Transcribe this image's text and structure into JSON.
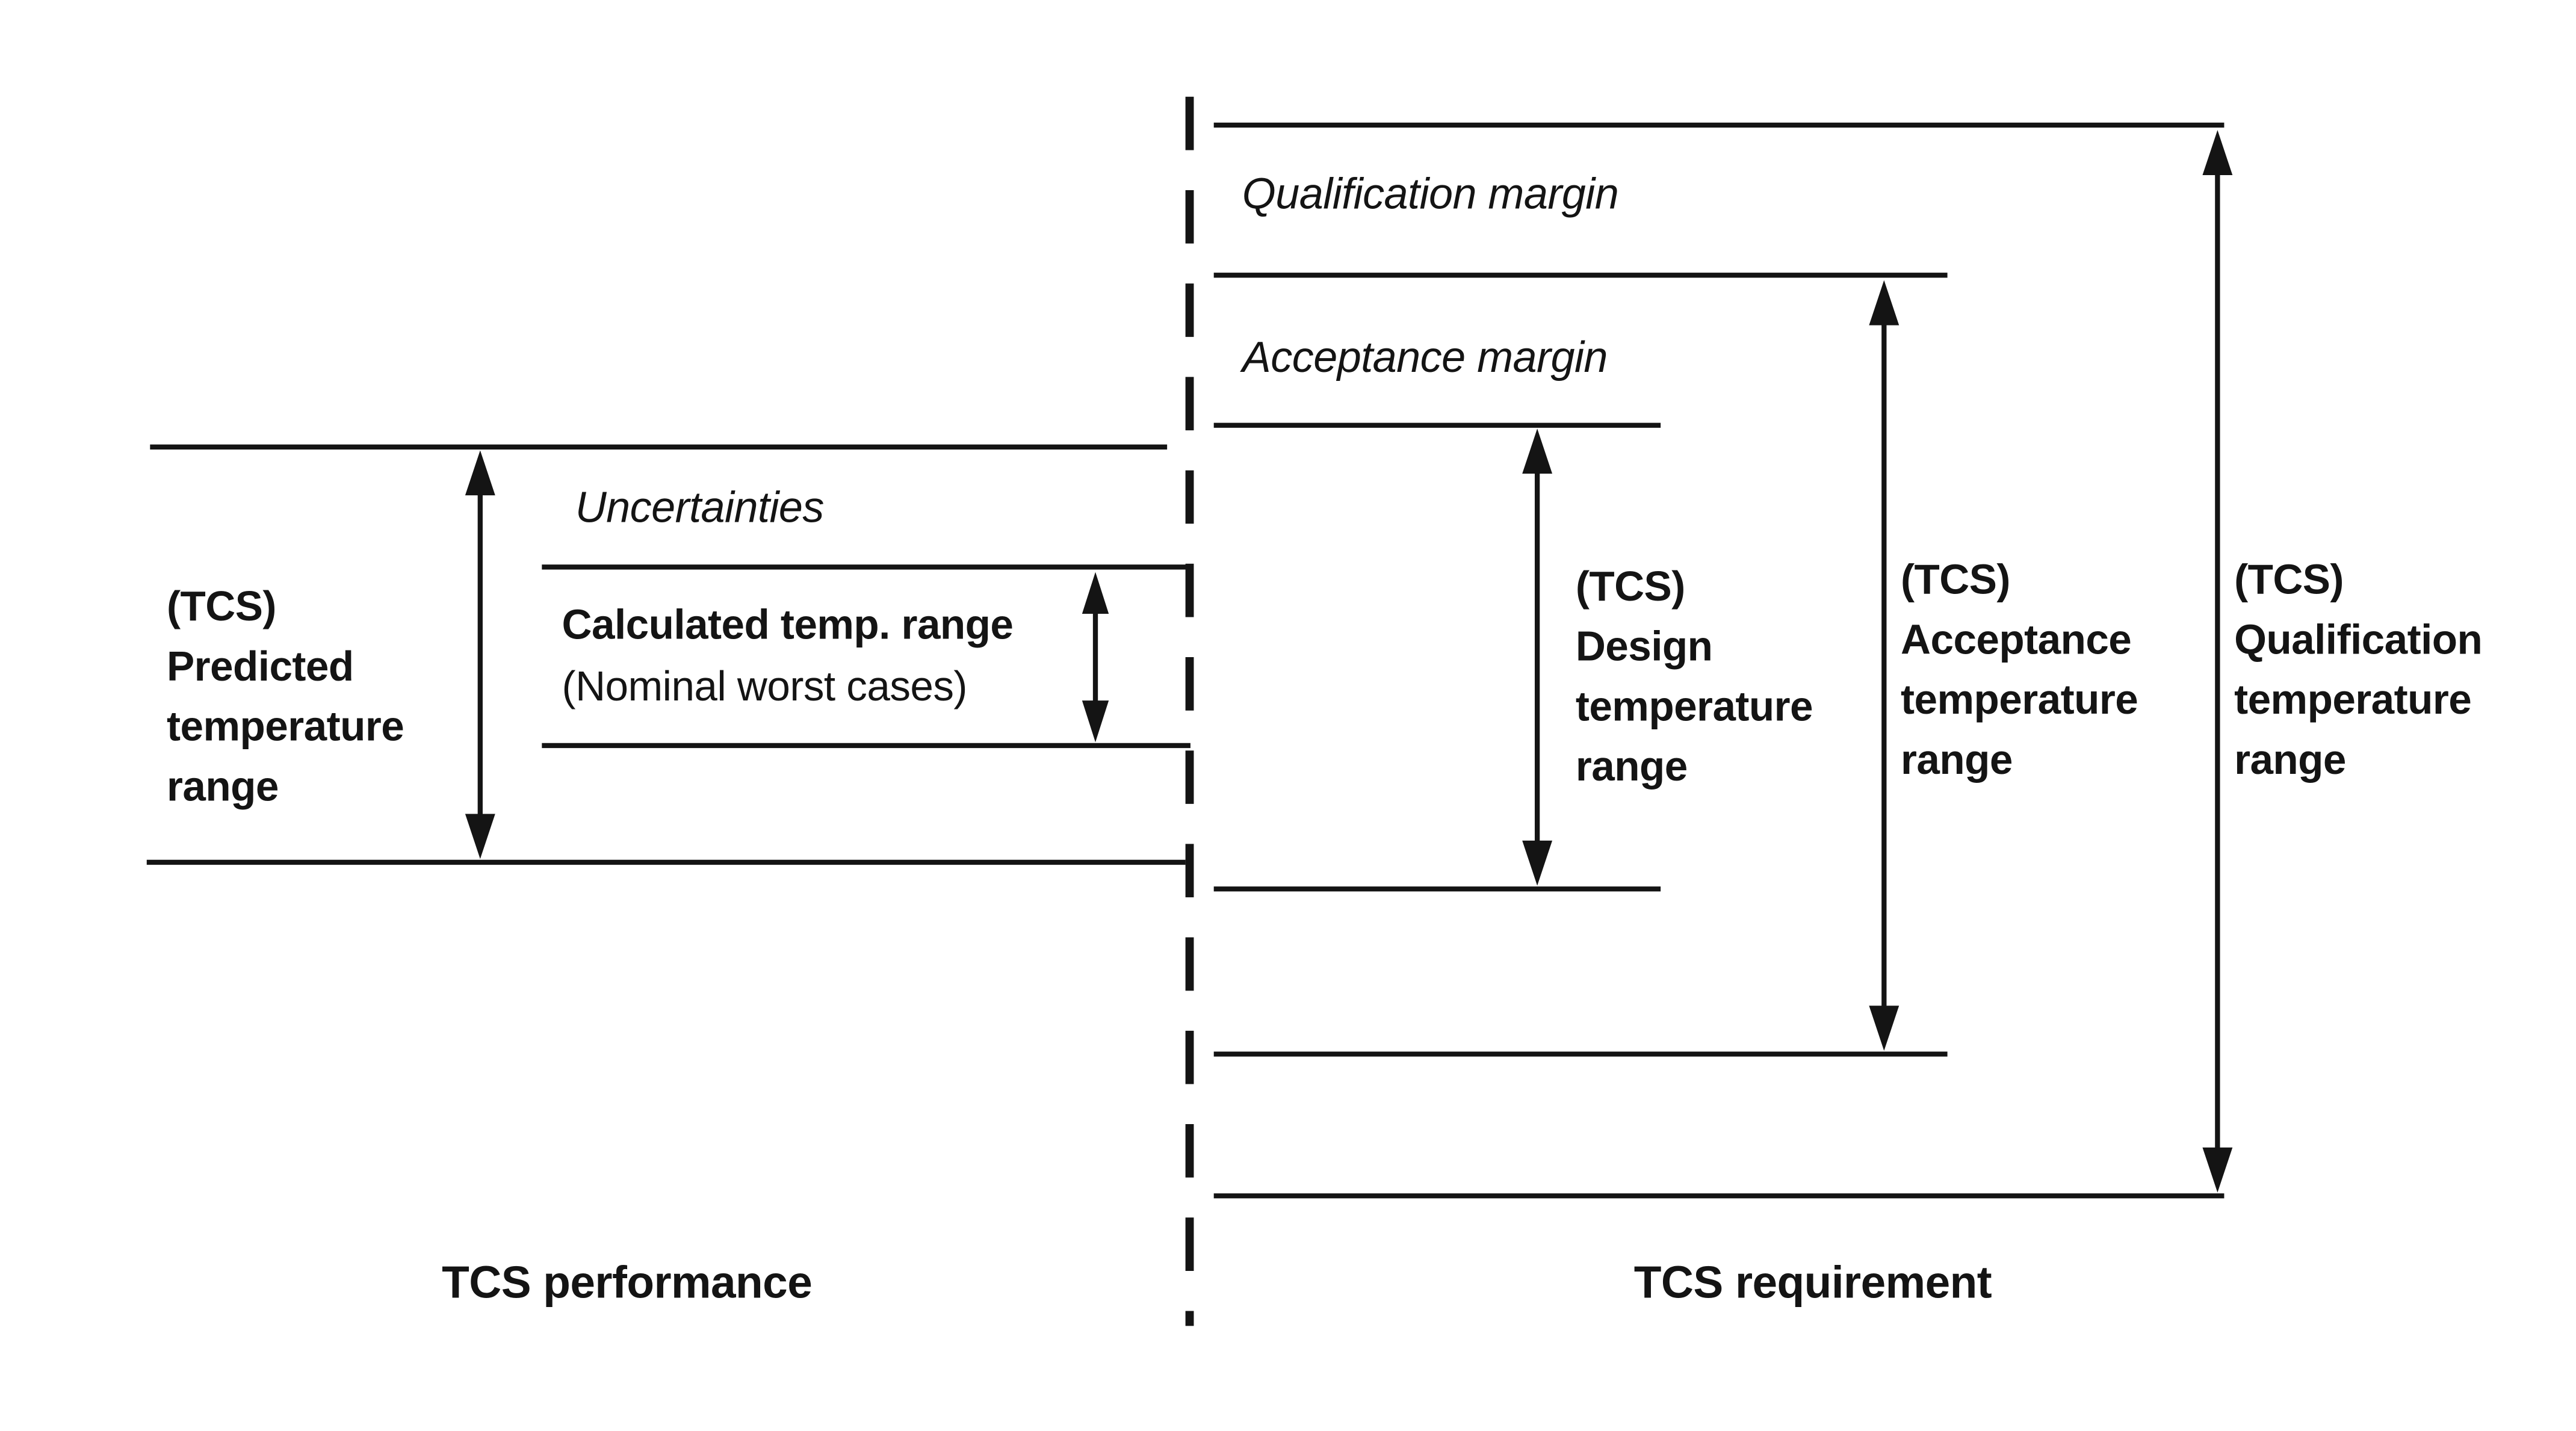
{
  "left_section": {
    "caption": "TCS performance",
    "predicted_range_label": "(TCS)\nPredicted\ntemperature\nrange",
    "uncertainties_label": "Uncertainties",
    "calculated_range_label": "Calculated temp. range",
    "calculated_range_sublabel": "(Nominal worst cases)"
  },
  "right_section": {
    "caption": "TCS requirement",
    "qualification_margin_label": "Qualification margin",
    "acceptance_margin_label": "Acceptance margin",
    "design_range_label": "(TCS)\nDesign\ntemperature\nrange",
    "acceptance_range_label": "(TCS)\nAcceptance\ntemperature\nrange",
    "qualification_range_label": "(TCS)\nQualification\ntemperature\nrange"
  },
  "colors": {
    "line": "#141414",
    "text": "#141414",
    "background": "#ffffff"
  }
}
